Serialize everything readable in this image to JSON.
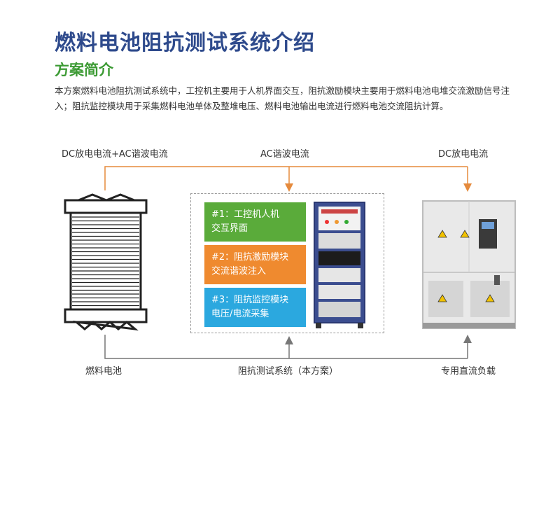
{
  "header": {
    "title": "燃料电池阻抗测试系统介绍",
    "subtitle": "方案简介",
    "description": "本方案燃料电池阻抗测试系统中，工控机主要用于人机界面交互，阻抗激励模块主要用于燃料电池电堆交流激励信号注入；阻抗监控模块用于采集燃料电池单体及整堆电压、燃料电池输出电流进行燃料电池交流阻抗计算。"
  },
  "diagram": {
    "top_labels": {
      "left": "DC放电电流+AC谐波电流",
      "center": "AC谐波电流",
      "right": "DC放电电流"
    },
    "bottom_labels": {
      "left": "燃料电池",
      "center": "阻抗测试系统（本方案）",
      "right": "专用直流负载"
    },
    "modules": [
      {
        "label": "#1：工控机人机\n交互界面",
        "color": "#5aab3a"
      },
      {
        "label": "#2：阻抗激励模块\n交流谐波注入",
        "color": "#ef8a2f"
      },
      {
        "label": "#3：阻抗监控模块\n电压/电流采集",
        "color": "#2ba8df"
      }
    ],
    "flow_line_color": "#e58a3c",
    "bottom_line_color": "#777777"
  }
}
